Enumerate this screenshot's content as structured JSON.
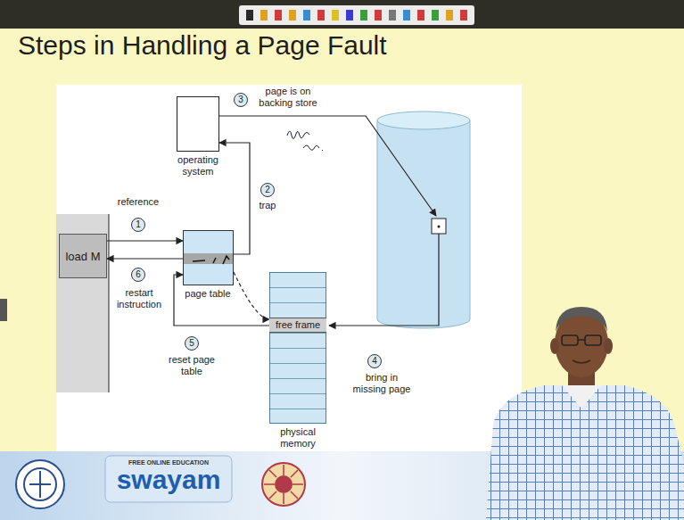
{
  "diagram": {
    "title": "Steps in Handling a Page Fault",
    "nodes": [
      {
        "text": [
          "operating system"
        ]
      },
      {
        "text": [
          "load M"
        ]
      },
      {
        "text": [
          "page table"
        ]
      },
      {
        "text": [
          "physical memory"
        ]
      },
      {
        "text": [
          "free frame"
        ],
        "in": 3
      }
    ],
    "edges": [
      {
        "from": 1,
        "to": 2,
        "label": "reference",
        "arrow": "to"
      },
      {
        "from": 2,
        "to": 0,
        "label": "trap",
        "arrow": "to"
      },
      {
        "from": 4,
        "to": 2,
        "label": "reset page table",
        "arrow": "to"
      },
      {
        "from": 2,
        "to": 1,
        "label": "restart instruction",
        "arrow": "to"
      },
      {
        "from": 2,
        "to": 4,
        "arrow": "to"
      }
    ],
    "labels": [
      "1",
      "2",
      "3",
      "page is on backing store",
      "4",
      "bring in missing page",
      "5",
      "6",
      "FREE ONLINE EDUCATION",
      "swayam"
    ]
  }
}
